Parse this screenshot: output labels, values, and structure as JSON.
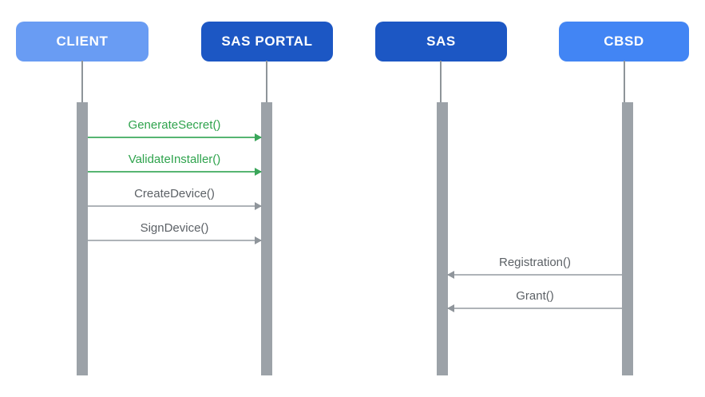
{
  "diagram": {
    "kind": "sequence-diagram"
  },
  "actors": [
    {
      "id": "client",
      "label": "CLIENT",
      "fill": "#699CF3",
      "text_color": "#FFFFFF"
    },
    {
      "id": "portal",
      "label": "SAS PORTAL",
      "fill": "#1C57C4",
      "text_color": "#FFFFFF"
    },
    {
      "id": "sas",
      "label": "SAS",
      "fill": "#1C57C4",
      "text_color": "#FFFFFF"
    },
    {
      "id": "cbsd",
      "label": "CBSD",
      "fill": "#4285F4",
      "text_color": "#FFFFFF"
    }
  ],
  "messages": [
    {
      "label": "GenerateSecret()",
      "from": "CLIENT",
      "to": "SAS PORTAL",
      "direction": "right",
      "text_color": "#2FA34D",
      "line_color": "#57B572",
      "arrow_color": "#3AA65A"
    },
    {
      "label": "ValidateInstaller()",
      "from": "CLIENT",
      "to": "SAS PORTAL",
      "direction": "right",
      "text_color": "#2FA34D",
      "line_color": "#57B572",
      "arrow_color": "#3AA65A"
    },
    {
      "label": "CreateDevice()",
      "from": "CLIENT",
      "to": "SAS PORTAL",
      "direction": "right",
      "text_color": "#5C6166",
      "line_color": "#AEB3B8",
      "arrow_color": "#8F959B"
    },
    {
      "label": "SignDevice()",
      "from": "CLIENT",
      "to": "SAS PORTAL",
      "direction": "right",
      "text_color": "#5C6166",
      "line_color": "#AEB3B8",
      "arrow_color": "#8F959B"
    },
    {
      "label": "Registration()",
      "from": "CBSD",
      "to": "SAS",
      "direction": "left",
      "text_color": "#5C6166",
      "line_color": "#AEB3B8",
      "arrow_color": "#8F959B"
    },
    {
      "label": "Grant()",
      "from": "CBSD",
      "to": "SAS",
      "direction": "left",
      "text_color": "#5C6166",
      "line_color": "#AEB3B8",
      "arrow_color": "#8F959B"
    }
  ],
  "colors": {
    "background": "#FFFFFF",
    "lifeline": "#8E9499",
    "activation_bar": "#9CA2A8",
    "green_accent": "#34A853",
    "dark_blue": "#1C57C4",
    "medium_blue": "#4285F4",
    "light_blue": "#699CF3"
  }
}
